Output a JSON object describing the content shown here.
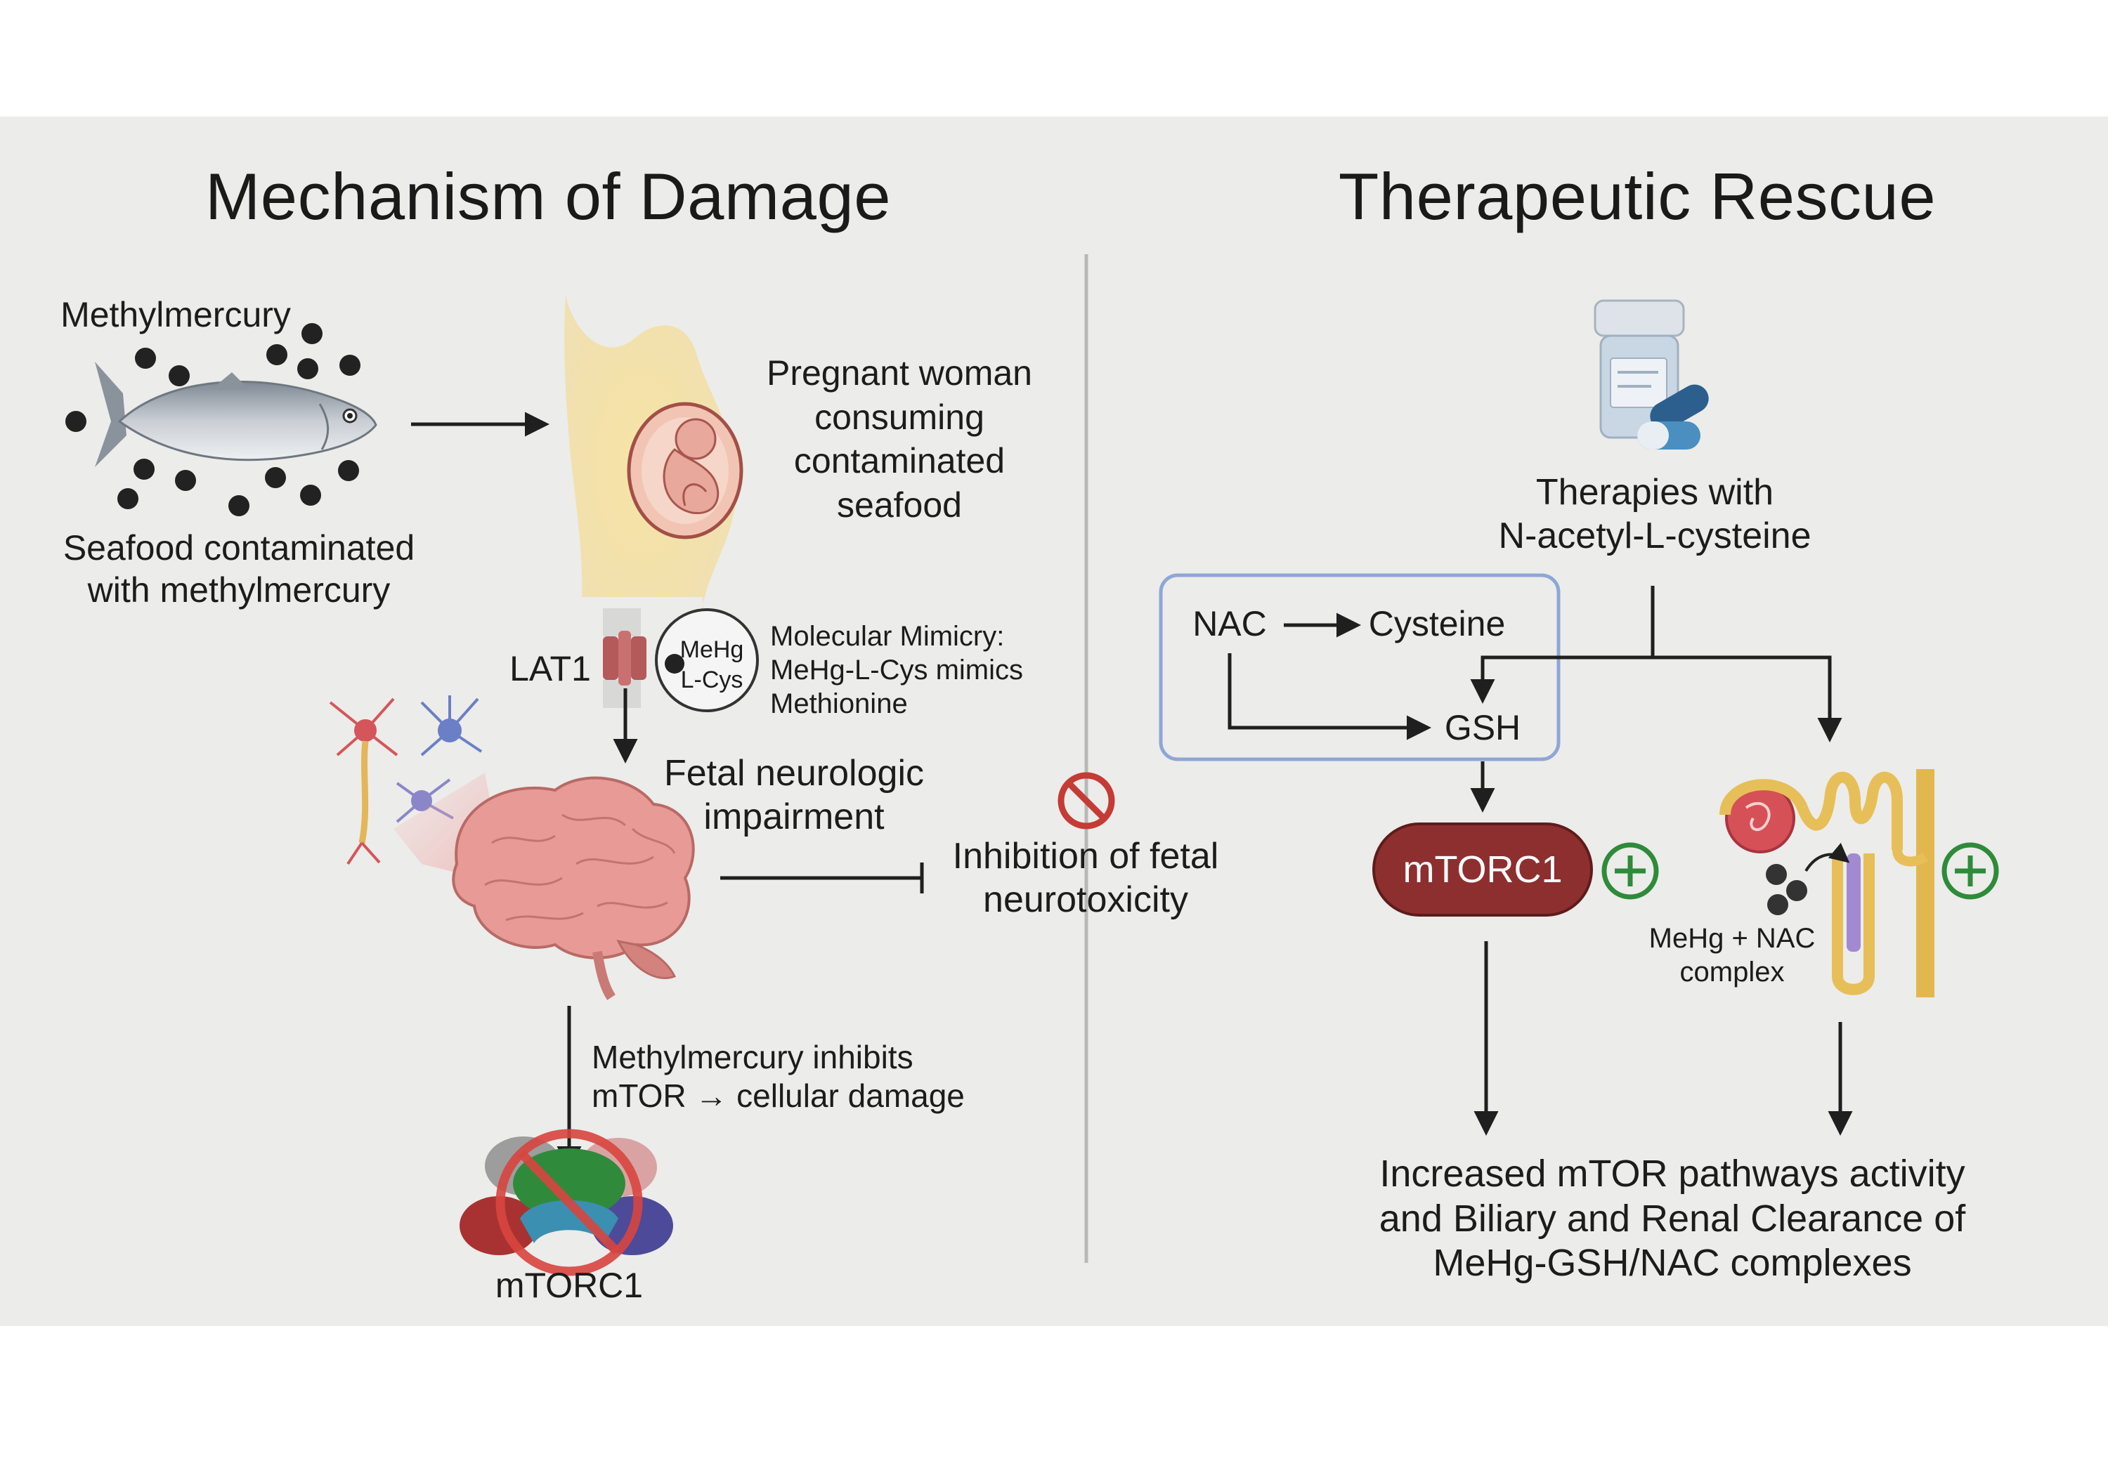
{
  "left_panel": {
    "title": "Mechanism of Damage",
    "methylmercury_label": "Methylmercury",
    "seafood_label": "Seafood contaminated\nwith methylmercury",
    "pregnant_label": "Pregnant woman\nconsuming\ncontaminated\nseafood",
    "lat1_label": "LAT1",
    "mehg_cys_label": "MeHg\nL-Cys",
    "mimicry_label": "Molecular Mimicry:\nMeHg-L-Cys mimics\nMethionine",
    "fetal_label": "Fetal neurologic\nimpairment",
    "inhibition_label": "Inhibition of fetal\nneurotoxicity",
    "mtor_inhibit_label": "Methylmercury inhibits\nmTOR → cellular damage",
    "mtorc1_label": "mTORC1"
  },
  "right_panel": {
    "title": "Therapeutic Rescue",
    "therapies_label": "Therapies with\nN-acetyl-L-cysteine",
    "nac_label": "NAC",
    "cysteine_label": "Cysteine",
    "gsh_label": "GSH",
    "mtorc1_label": "mTORC1",
    "complex_label": "MeHg + NAC\ncomplex",
    "outcome_label": "Increased mTOR pathways activity\nand Biliary and Renal Clearance of\nMeHg-GSH/NAC complexes"
  },
  "colors": {
    "background": "#ececea",
    "mtorc1_pill": "#8e2f2f",
    "plus_green": "#2e8b3a",
    "prohibit_red": "#c53b35",
    "nac_box_border": "#8fa6d6",
    "brain": "#e79a96",
    "lat1": "#b45a5a"
  },
  "icons": {
    "fish": "fish-icon",
    "pregnant": "pregnant-woman-icon",
    "brain": "brain-icon",
    "neurons": "neuron-icon",
    "pill_bottle": "pill-bottle-icon",
    "kidney": "kidney-nephron-icon",
    "prohibit": "prohibit-icon",
    "plus": "plus-circle-icon"
  }
}
